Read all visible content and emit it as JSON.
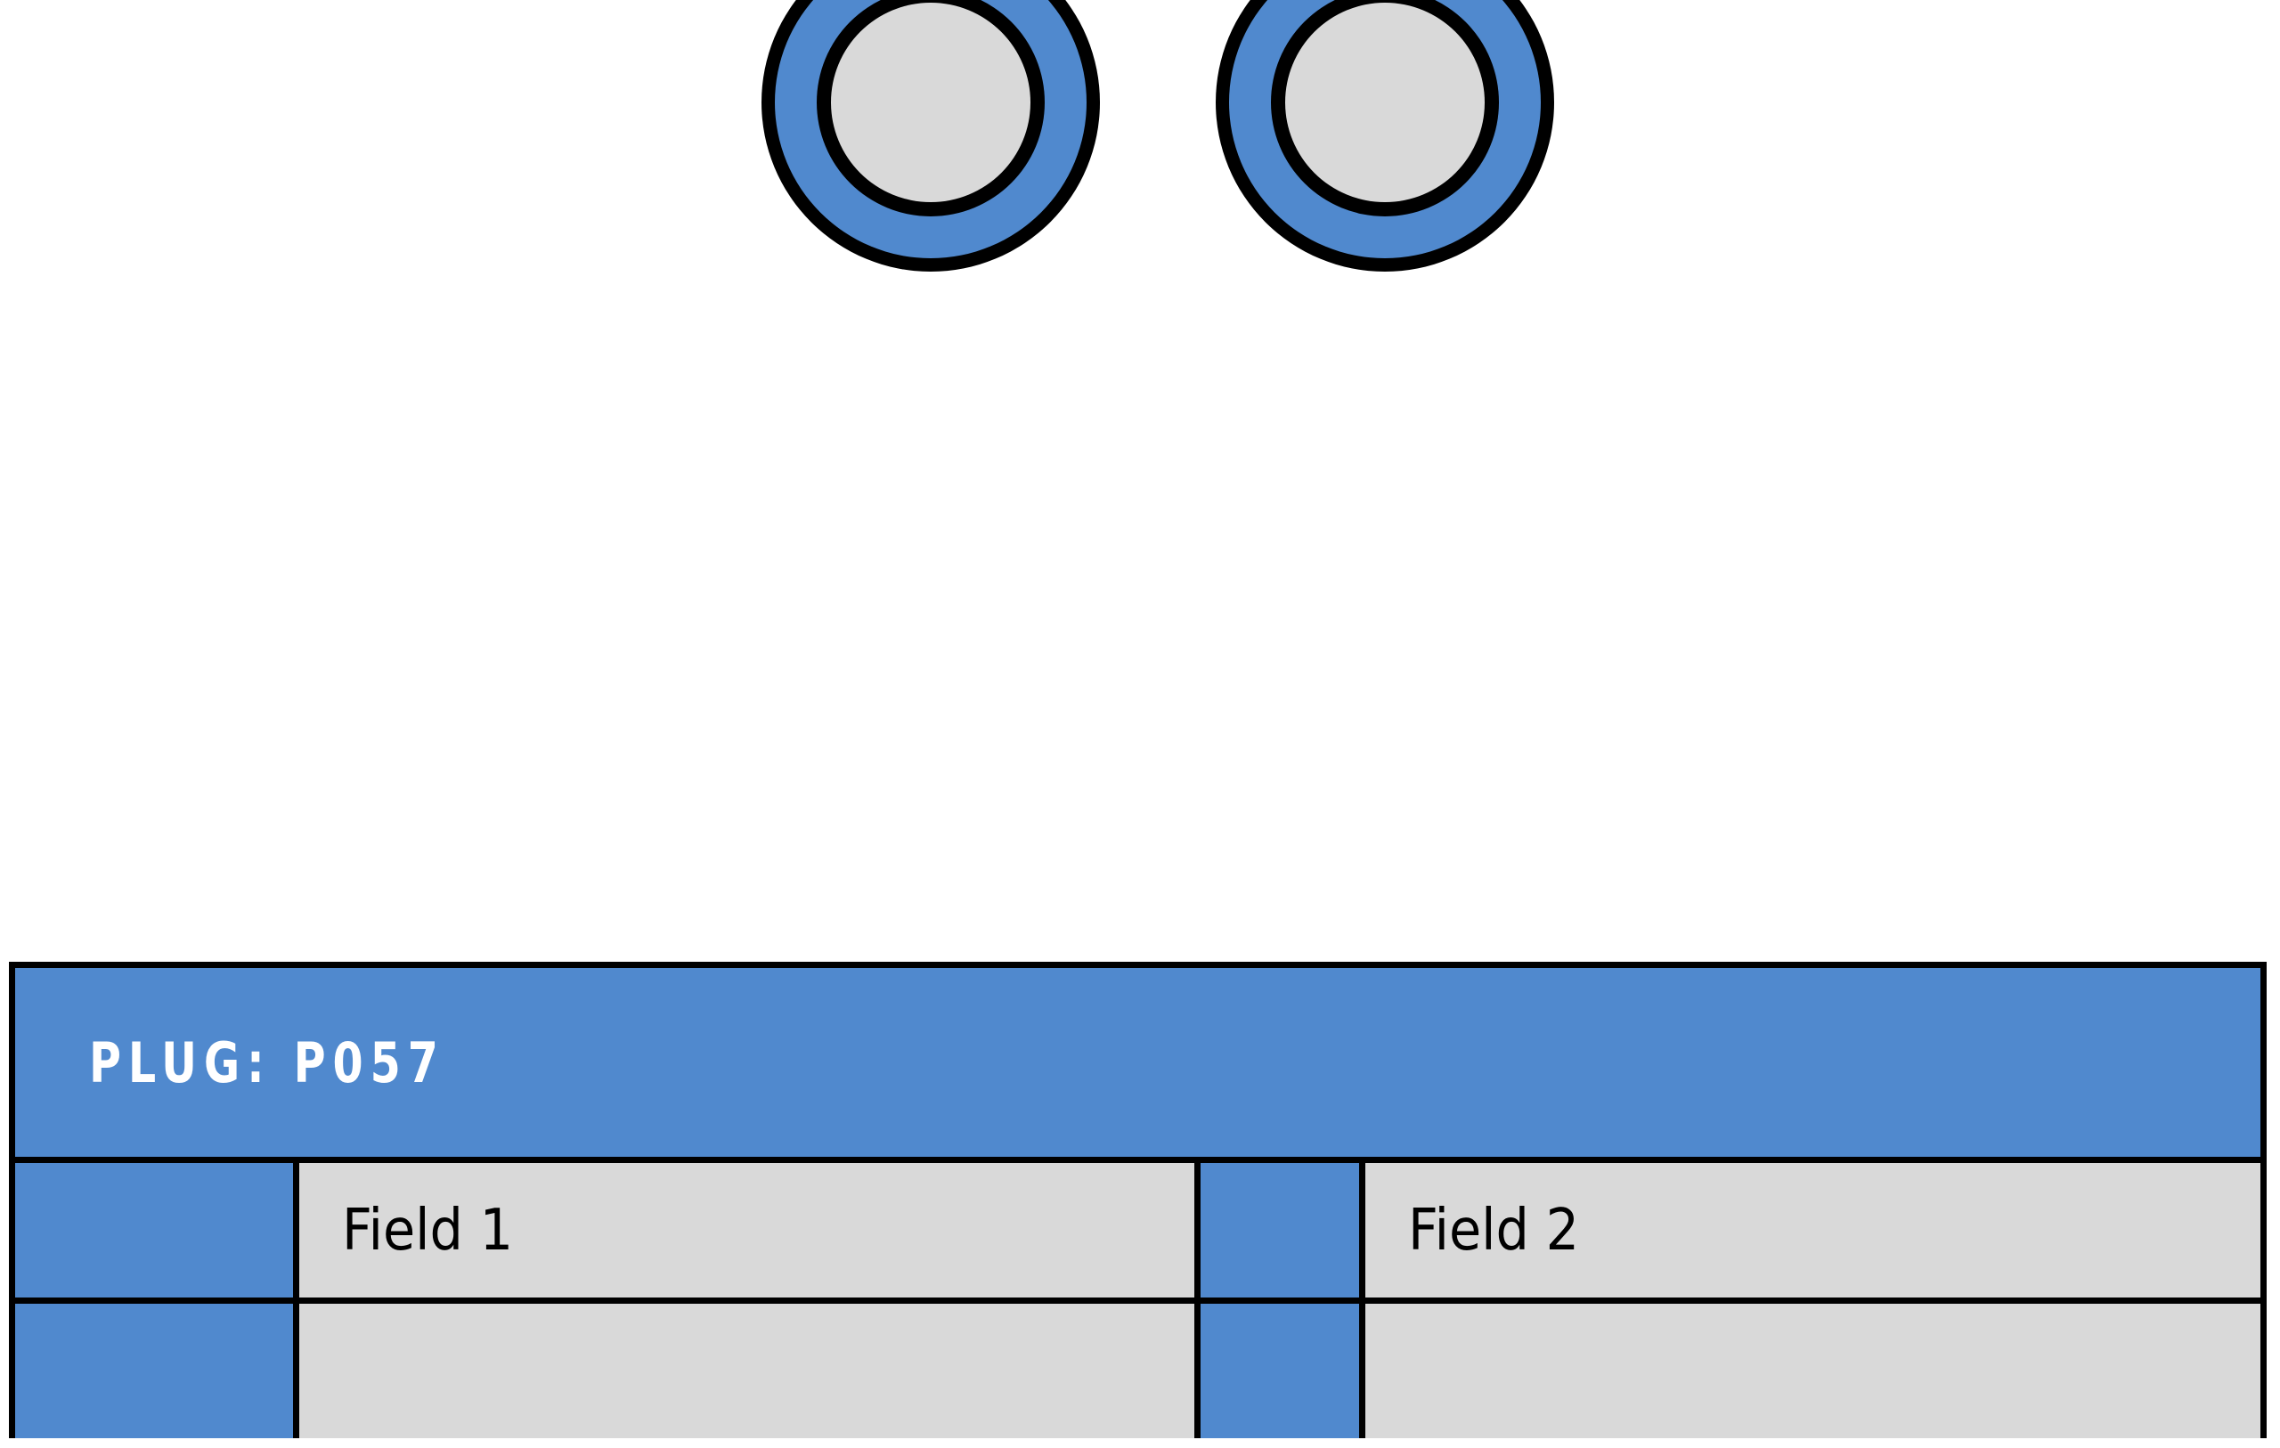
{
  "colors": {
    "accent_blue": "#5089CE",
    "cell_gray": "#D9D9D9",
    "line_black": "#000000",
    "page_white": "#FFFFFF",
    "header_text": "#FFFFFF"
  },
  "connectors": [
    {
      "name": "connector-ring-left",
      "core_color": "#D9D9D9",
      "ring_color": "#5089CE"
    },
    {
      "name": "connector-ring-right",
      "core_color": "#D9D9D9",
      "ring_color": "#5089CE"
    }
  ],
  "plug_table": {
    "header": {
      "label": "PLUG: P057"
    },
    "columns": [
      {
        "key": "tag1",
        "header": ""
      },
      {
        "key": "field1",
        "header": "Field 1"
      },
      {
        "key": "tag2",
        "header": ""
      },
      {
        "key": "field2",
        "header": "Field 2"
      }
    ],
    "rows": [
      {
        "tag1": "",
        "field1": "Field 1",
        "tag2": "",
        "field2": "Field 2"
      },
      {
        "tag1": "",
        "field1": "",
        "tag2": "",
        "field2": ""
      }
    ]
  }
}
